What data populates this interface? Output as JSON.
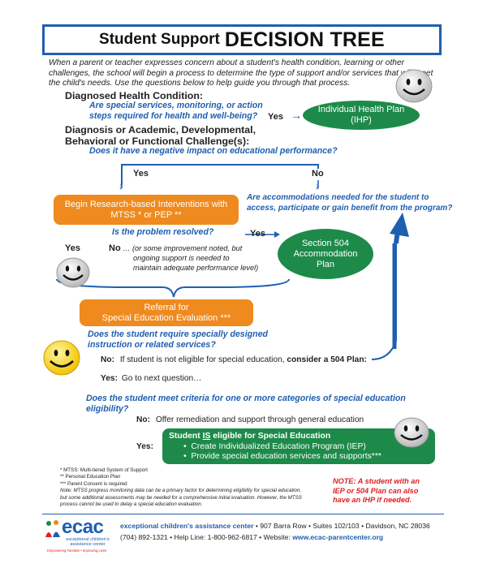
{
  "title": {
    "part1": "Student Support",
    "part2": "DECISION TREE"
  },
  "intro": "When a parent or teacher expresses concern about a student's health condition, learning or other challenges, the school will begin a process to determine the type of support and/or services that will meet the child's needs. Use the questions below to help guide you through that process.",
  "section1": {
    "heading": "Diagnosed Health Condition:",
    "question_line1": "Are special services, monitoring, or action",
    "question_line2": "steps required for health and well-being?",
    "yes": "Yes",
    "ihp_line1": "Individual Health Plan",
    "ihp_line2": "(IHP)"
  },
  "section2": {
    "heading_line1": "Diagnosis or Academic, Developmental,",
    "heading_line2": "Behavioral or Functional Challenge(s):",
    "question": "Does it have a negative impact on educational performance?",
    "yes": "Yes",
    "no": "No",
    "interventions_line1": "Begin Research-based Interventions with",
    "interventions_line2": "MTSS * or PEP **",
    "accommodations_line1": "Are accommodations needed for the student to",
    "accommodations_line2": "access, participate or gain benefit from the program?",
    "resolved_q": "Is the problem resolved?",
    "yes2": "Yes",
    "no2": "No",
    "no2_detail_line1": "… (or some improvement noted, but",
    "no2_detail_line2": "ongoing support is needed to",
    "no2_detail_line3": "maintain adequate performance level)",
    "yes3": "Yes",
    "plan504_line1": "Section 504",
    "plan504_line2": "Accommodation",
    "plan504_line3": "Plan",
    "referral_line1": "Referral for",
    "referral_line2": "Special Education Evaluation  ***"
  },
  "section3": {
    "question_line1": "Does the student require specially designed",
    "question_line2": "instruction or related services?",
    "no_label": "No:",
    "no_text": "If student is not eligible for special education,",
    "no_bold": "consider a 504 Plan:",
    "yes_label": "Yes:",
    "yes_text": "Go to next question…"
  },
  "section4": {
    "question_line1": "Does the student meet criteria for one or more categories of special education",
    "question_line2": "eligibility?",
    "no_label": "No:",
    "no_text": "Offer remediation and support through general education",
    "yes_label": "Yes:",
    "box_title_a": "Student",
    "box_title_is": "IS",
    "box_title_b": "eligible for Special Education",
    "bullet1": "Create Individualized Education Program (IEP)",
    "bullet2": "Provide special education services and supports***"
  },
  "footnotes": {
    "f1": "*     MTSS: Multi-tiered System of Support",
    "f2": "**    Personal Education Plan",
    "f3": "***   Parent Consent is required",
    "note_line1": "Note: MTSS progress monitoring data can be a primary factor for determining eligibility for special education,",
    "note_line2": "but some additional assessments may be needed for a comprehensive initial evaluation.  However, the MTSS",
    "note_line3": "process cannot be used to delay a special education evaluation."
  },
  "red_note": {
    "line1": "NOTE:  A student with an",
    "line2": "IEP or 504 Plan can also",
    "line3": "have an IHP if needed."
  },
  "footer": {
    "logo": "ecac",
    "logo_sub1": "exceptional children's",
    "logo_sub2": "assistance center",
    "logo_tag": "Empowering Families • Improving Lives",
    "org_name": "exceptional children's assistance center",
    "address": " • 907 Barra Row  •  Suites 102/103  •  Davidson, NC 28036",
    "phones": "(704) 892-1321  •  Help Line: 1-800-962-6817  •  Website: ",
    "website": "www.ecac-parentcenter.org"
  },
  "colors": {
    "blue": "#1f5fb0",
    "green": "#1d8a4a",
    "orange": "#ef8a1e",
    "red": "#e02020",
    "yellow": "#ffe033"
  },
  "arrows": {
    "right": "→",
    "down": "↓"
  }
}
